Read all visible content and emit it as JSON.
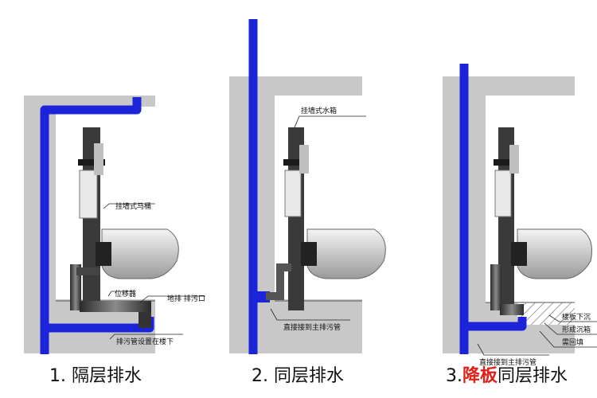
{
  "colors": {
    "pipe": "#1c24d9",
    "wall": "#c8c8c8",
    "wallLight": "#ededed",
    "accent": "#e0201b"
  },
  "panels": [
    {
      "caption_num": "1.",
      "caption_text": "隔层排水",
      "labels": {
        "toilet": "挂墙式马桶",
        "shifter": "位移器",
        "floor_drain": "地排 排污口",
        "sewer_below": "排污管设置在楼下"
      }
    },
    {
      "caption_num": "2.",
      "caption_text": "同层排水",
      "labels": {
        "tank": "挂墙式水箱",
        "direct": "直接接到主排污管"
      }
    },
    {
      "caption_num": "3.",
      "caption_highlight": "降板",
      "caption_text": "同层排水",
      "labels": {
        "slab": "楼板下沉",
        "pit": "形成沉箱",
        "backfill": "需回填",
        "direct": "直接接到主排污管"
      }
    }
  ]
}
